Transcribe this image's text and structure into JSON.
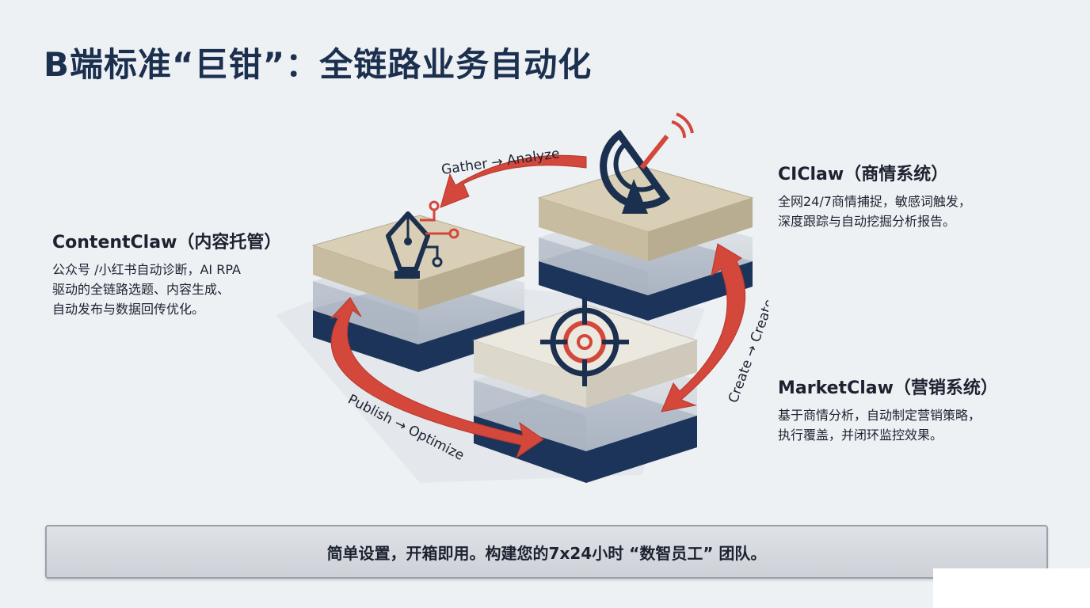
{
  "title": "B端标准“巨钳”：全链路业务自动化",
  "flows": {
    "gather_analyze": "Gather → Analyze",
    "create_create": "Create → Create",
    "publish_optimize": "Publish → Optimize"
  },
  "content_claw": {
    "name": "ContentClaw（内容托管）",
    "desc_lines": [
      "公众号 /小红书自动诊断，AI RPA",
      "驱动的全链路选题、内容生成、",
      "自动发布与数据回传优化。"
    ]
  },
  "ci_claw": {
    "name": "CIClaw（商情系统）",
    "desc_lines": [
      "全网24/7商情捕捉，敏感词触发，",
      "深度跟踪与自动挖掘分析报告。"
    ]
  },
  "market_claw": {
    "name": "MarketClaw（营销系统）",
    "desc_lines": [
      "基于商情分析，自动制定营销策略，",
      "执行覆盖，并闭环监控效果。"
    ]
  },
  "footer": "简单设置，开箱即用。构建您的7x24小时 “数智员工” 团队。",
  "colors": {
    "navy": "#1b2f4e",
    "red_arrow": "#d4473b",
    "tile_beige": "#d9cfb6",
    "tile_light": "#ebe8e0"
  },
  "icons": [
    "pen-circuit-icon",
    "satellite-dish-icon",
    "target-crosshair-icon"
  ]
}
